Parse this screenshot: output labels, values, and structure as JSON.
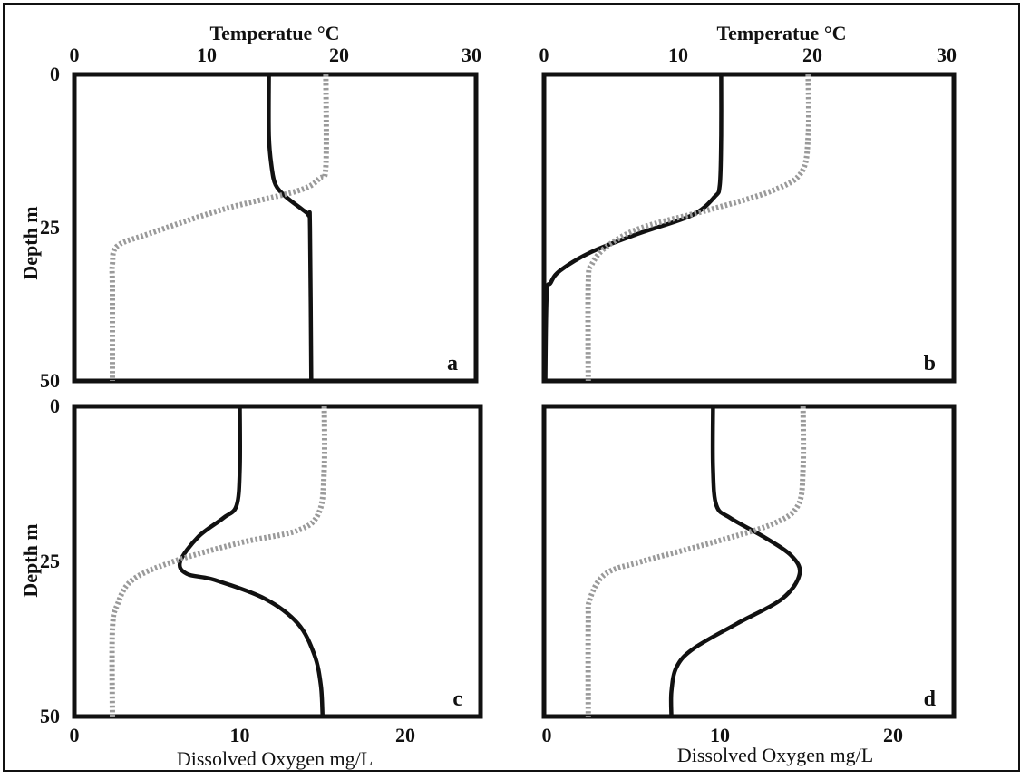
{
  "figure": {
    "top_axis_title": "Temperatue °C",
    "bottom_axis_title": "Dissolved Oxygen  mg/L",
    "y_axis_title": "Depth m"
  },
  "chart_data": [
    {
      "panel": "a",
      "type": "line",
      "xlabel_top": "Temperatue °C",
      "xticks_top": [
        0,
        10,
        20,
        30
      ],
      "xlim_top": [
        0,
        30
      ],
      "xticks_bottom": [],
      "xlim_bottom": [
        0,
        24
      ],
      "ylabel": "Depth m",
      "yticks": [
        0,
        25,
        50
      ],
      "ylim": [
        0,
        50
      ],
      "series": [
        {
          "axis": "temperature",
          "style": "solid",
          "x": [
            14.7,
            14.7,
            14.9,
            15.2,
            16.0,
            17.2,
            17.7,
            17.8,
            17.9
          ],
          "y": [
            0,
            10,
            15,
            18,
            20,
            22,
            23,
            25,
            50
          ]
        },
        {
          "axis": "oxygen",
          "style": "dotted",
          "x": [
            15.2,
            15.2,
            14.8,
            13.5,
            9.0,
            4.5,
            2.6,
            2.3,
            2.3,
            2.3
          ],
          "y": [
            0,
            15,
            17,
            19,
            22,
            26,
            28,
            31,
            35,
            50
          ]
        }
      ]
    },
    {
      "panel": "b",
      "type": "line",
      "xlabel_top": "Temperatue °C",
      "xticks_top": [
        0,
        10,
        20,
        30
      ],
      "xlim_top": [
        0,
        30
      ],
      "xticks_bottom": [],
      "xlim_bottom": [
        0,
        24
      ],
      "ylabel": "",
      "yticks": [],
      "ylim": [
        0,
        50
      ],
      "series": [
        {
          "axis": "temperature",
          "style": "solid",
          "x": [
            13.2,
            13.2,
            13.1,
            12.7,
            11.0,
            7.0,
            3.5,
            1.2,
            0.5,
            0.2,
            0.1
          ],
          "y": [
            0,
            10,
            18,
            20,
            23,
            26,
            29,
            32,
            34,
            36,
            50
          ]
        },
        {
          "axis": "oxygen",
          "style": "dotted",
          "x": [
            15.1,
            15.1,
            14.7,
            13.0,
            9.5,
            5.5,
            3.5,
            2.6,
            2.4,
            2.4
          ],
          "y": [
            0,
            10,
            16,
            19,
            22,
            25,
            28,
            31,
            34,
            50
          ]
        }
      ]
    },
    {
      "panel": "c",
      "type": "line",
      "xlabel_top": "",
      "xticks_top": [],
      "xlim_top": [
        0,
        30
      ],
      "xticks_bottom": [
        0,
        10,
        20
      ],
      "xlim_bottom": [
        0,
        24
      ],
      "xlabel_bottom": "Dissolved Oxygen  mg/L",
      "ylabel": "Depth m",
      "yticks": [
        0,
        25,
        50
      ],
      "ylim": [
        0,
        50
      ],
      "series": [
        {
          "axis": "oxygen",
          "style": "solid",
          "x": [
            10.0,
            10.0,
            9.8,
            9.0,
            7.5,
            6.4,
            6.8,
            8.5,
            11.5,
            13.5,
            14.5,
            14.9,
            15.0
          ],
          "y": [
            0,
            10,
            16,
            18,
            21,
            25,
            27,
            28,
            31,
            35,
            40,
            45,
            50
          ]
        },
        {
          "axis": "oxygen_dotted",
          "style": "dotted",
          "x": [
            15.1,
            15.1,
            14.8,
            13.5,
            10.0,
            6.0,
            3.5,
            2.6,
            2.3,
            2.3
          ],
          "y": [
            0,
            10,
            17,
            20,
            22,
            25,
            28,
            32,
            36,
            50
          ]
        }
      ]
    },
    {
      "panel": "d",
      "type": "line",
      "xlabel_top": "",
      "xticks_top": [],
      "xlim_top": [
        0,
        30
      ],
      "xticks_bottom": [
        0,
        10,
        20
      ],
      "xlim_bottom": [
        0,
        24
      ],
      "xlabel_bottom": "Dissolved Oxygen  mg/L",
      "ylabel": "",
      "yticks": [],
      "ylim": [
        0,
        50
      ],
      "series": [
        {
          "axis": "oxygen",
          "style": "solid",
          "x": [
            9.6,
            9.6,
            9.8,
            10.6,
            12.5,
            14.1,
            14.6,
            13.6,
            11.0,
            8.5,
            7.5,
            7.2,
            7.2
          ],
          "y": [
            0,
            10,
            16,
            18,
            21,
            24,
            27,
            31,
            35,
            39,
            42,
            46,
            50
          ]
        },
        {
          "axis": "oxygen_dotted",
          "style": "dotted",
          "x": [
            14.8,
            14.8,
            14.5,
            13.0,
            9.5,
            5.5,
            3.4,
            2.5,
            2.4,
            2.4
          ],
          "y": [
            0,
            10,
            16,
            19,
            22,
            25,
            27,
            31,
            35,
            50
          ]
        }
      ]
    }
  ]
}
